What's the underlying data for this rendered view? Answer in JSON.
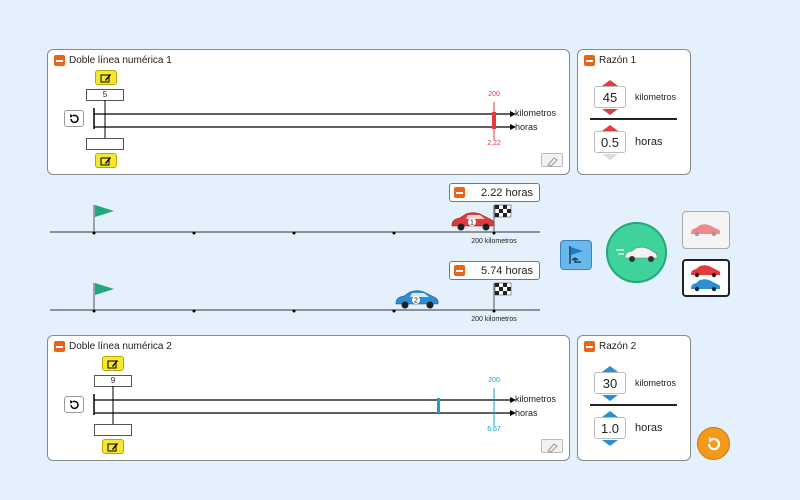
{
  "panel1": {
    "title": "Doble línea numérica 1",
    "top_box_value": "5",
    "bottom_box_value": "",
    "end_top_value": "200",
    "end_bottom_value": "2.22",
    "top_axis_label": "kilometros",
    "bottom_axis_label": "horas",
    "marker_color": "#e23b3b"
  },
  "ratio1": {
    "title": "Razón 1",
    "top_value": "45",
    "top_unit": "kilometros",
    "bottom_value": "0.5",
    "bottom_unit": "horas",
    "color": "#e23b3b"
  },
  "race1": {
    "time_value": "2.22 horas",
    "finish_label": "200 kilometros",
    "car_number": "1",
    "car_color": "#e23b3b"
  },
  "race2": {
    "time_value": "5.74 horas",
    "finish_label": "200 kilometros",
    "car_number": "2",
    "car_color": "#2d8fd0"
  },
  "panel2": {
    "title": "Doble línea numérica 2",
    "top_box_value": "9",
    "bottom_box_value": "",
    "end_top_value": "200",
    "end_bottom_value": "6.67",
    "top_axis_label": "kilometros",
    "bottom_axis_label": "horas",
    "marker_color": "#17a2c8"
  },
  "ratio2": {
    "title": "Razón 2",
    "top_value": "30",
    "top_unit": "kilometros",
    "bottom_value": "1.0",
    "bottom_unit": "horas",
    "color": "#2d8fd0"
  },
  "icons": {
    "go": "race-car-go-icon",
    "return_flag": "return-to-start-flag-icon",
    "single_car": "single-car-icon",
    "both_cars": "both-cars-icon",
    "reset_all": "reset-all-icon"
  }
}
